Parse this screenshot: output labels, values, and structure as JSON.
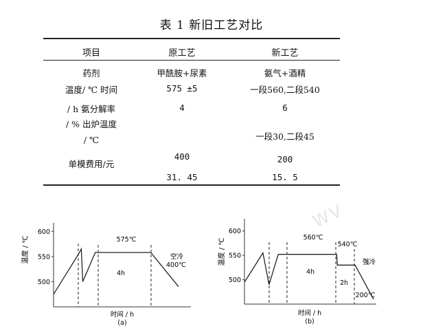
{
  "table": {
    "title": "表 1   新旧工艺对比",
    "headers": [
      "项目",
      "原工艺",
      "新工艺"
    ],
    "rows": [
      {
        "item": "药剂",
        "old": "甲酰胺+尿素",
        "new": "氨气+酒精"
      },
      {
        "item": "温度/ ℃ 时间",
        "old": "575 ±5",
        "new": "一段560,二段540"
      },
      {
        "item": "/ h 氨分解率",
        "old": "4",
        "new": "6"
      },
      {
        "item": "/ % 出炉温度",
        "old": "",
        "new": ""
      },
      {
        "item": "/ ℃",
        "old": "",
        "new": "一段30,二段45"
      },
      {
        "item": "单模费用/元",
        "old": "400",
        "new": "200"
      },
      {
        "item": "",
        "old": "31. 45",
        "new": "15. 5"
      }
    ]
  },
  "chart_data": [
    {
      "type": "line",
      "caption": "(a)",
      "xlabel": "时间 / h",
      "ylabel": "温度 / ℃",
      "yticks": [
        500,
        550,
        600
      ],
      "ylim": [
        450,
        625
      ],
      "points": [
        [
          0,
          475
        ],
        [
          0.9,
          555
        ],
        [
          1.0,
          565
        ],
        [
          1.05,
          500
        ],
        [
          1.5,
          558
        ],
        [
          3.5,
          558
        ],
        [
          4.5,
          490
        ]
      ],
      "annotations": [
        "575℃",
        "4h",
        "空冷",
        "400℃"
      ]
    },
    {
      "type": "line",
      "caption": "(b)",
      "xlabel": "时间 / h",
      "ylabel": "温度 / ℃",
      "yticks": [
        500,
        550,
        600
      ],
      "ylim": [
        450,
        625
      ],
      "points": [
        [
          0,
          495
        ],
        [
          0.6,
          555
        ],
        [
          0.8,
          490
        ],
        [
          1.1,
          552
        ],
        [
          3.0,
          552
        ],
        [
          3.02,
          530
        ],
        [
          3.6,
          530
        ],
        [
          4.2,
          460
        ]
      ],
      "annotations": [
        "560℃",
        "540℃",
        "4h",
        "2h",
        "200℃",
        "强冷"
      ]
    }
  ],
  "watermark": "WV"
}
